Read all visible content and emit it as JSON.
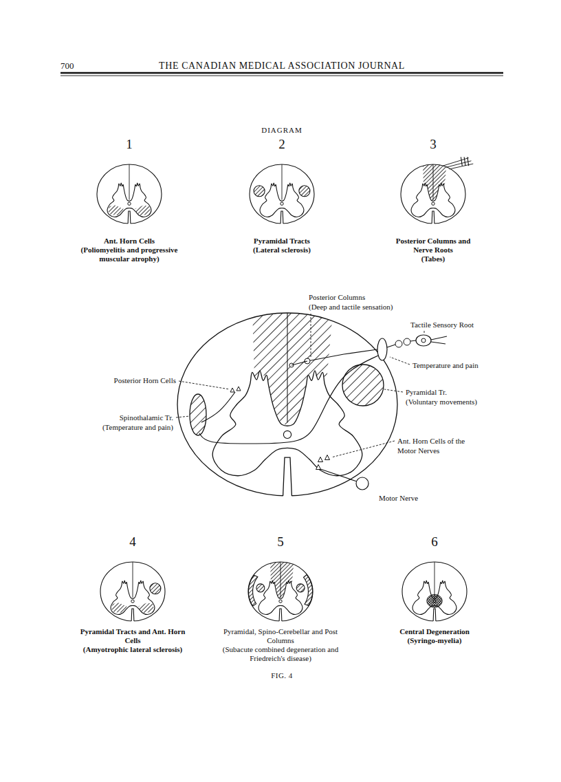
{
  "diagram": {
    "title": "DIAGRAM",
    "caption": "FIG. 4",
    "nodes": [
      {
        "text": [
          "1",
          "Ant. Horn Cells (Poliomyelitis and progressive muscular atrophy)"
        ]
      },
      {
        "text": [
          "2",
          "Pyramidal Tracts (Lateral sclerosis)"
        ]
      },
      {
        "text": [
          "3",
          "Posterior Columns and Nerve Roots (Tabes)"
        ]
      },
      {
        "text": [
          "4",
          "Pyramidal Tracts and Ant. Horn Cells (Amyotrophic lateral sclerosis)"
        ]
      },
      {
        "text": [
          "5",
          "Pyramidal, Spino-Cerebellar and Post Columns (Subacute combined degeneration and Friedreich's disease)"
        ]
      },
      {
        "text": [
          "6",
          "Central Degeneration (Syringo-myelia)"
        ]
      }
    ],
    "labels": [
      "700",
      "THE CANADIAN MEDICAL ASSOCIATION JOURNAL",
      "Posterior Columns (Deep and tactile sensation)",
      "Tactile Sensory Root",
      "Temperature and pain",
      "Posterior Horn Cells",
      "Pyramidal Tr. (Voluntary movements)",
      "Spinothalamic Tr. (Temperature and pain)",
      "Ant. Horn Cells of the Motor Nerves",
      "Motor Nerve"
    ]
  }
}
